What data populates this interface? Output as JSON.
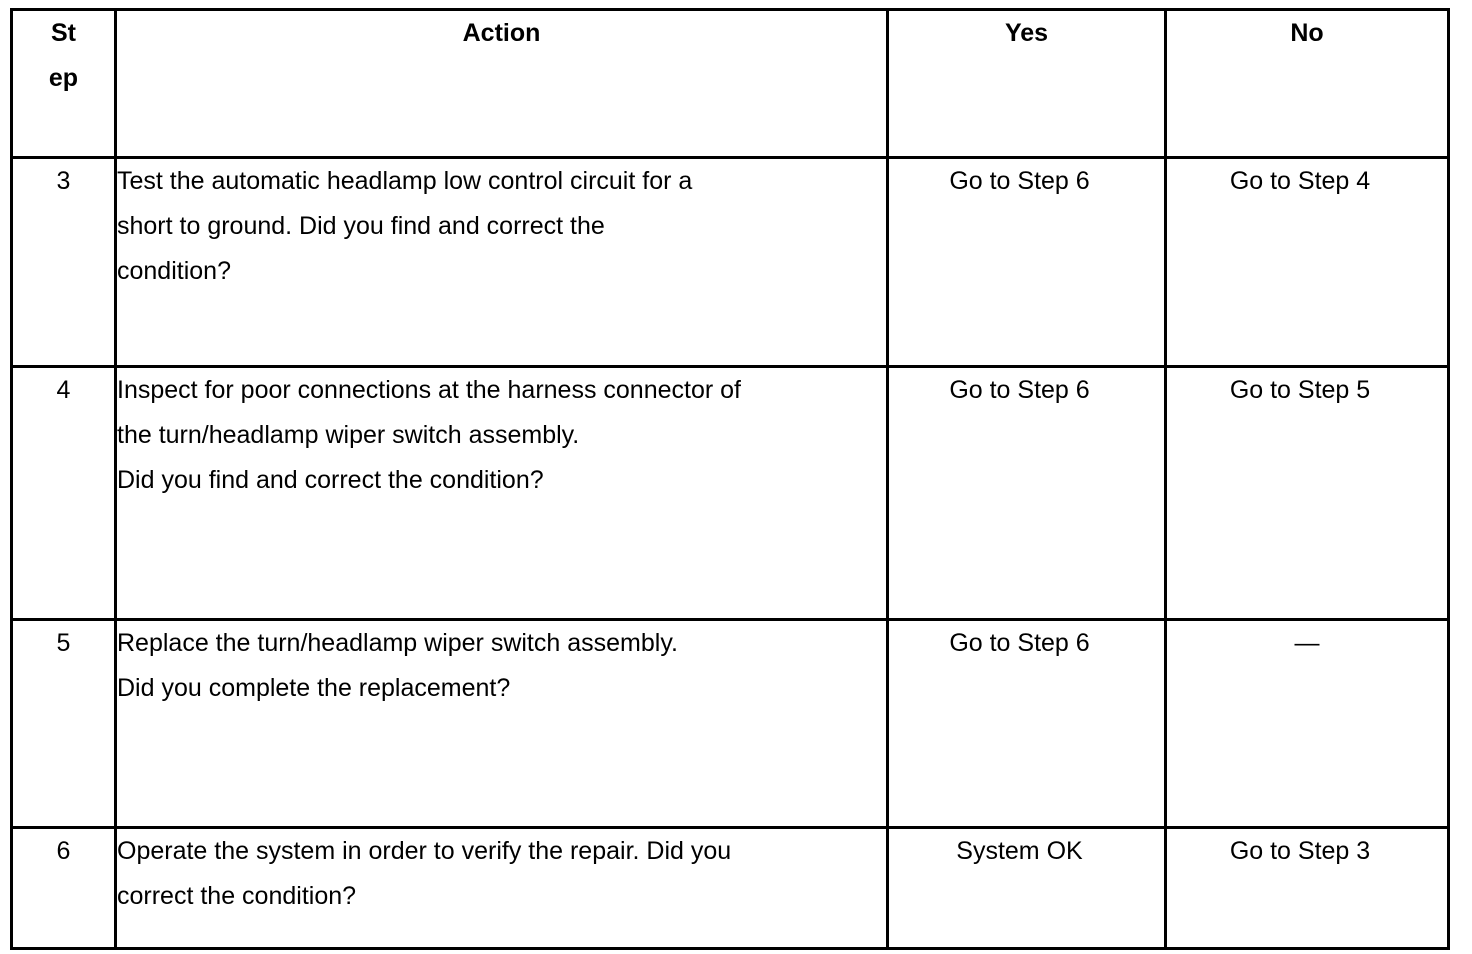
{
  "header": {
    "step_line1": "St",
    "step_line2": "ep",
    "action": "Action",
    "yes": "Yes",
    "no": "No"
  },
  "rows": [
    {
      "step": "3",
      "action_lines": [
        "Test the automatic headlamp low control circuit for a",
        "short to ground. Did you find and correct the",
        "condition?"
      ],
      "yes": "Go to Step 6",
      "no": "Go to Step 4"
    },
    {
      "step": "4",
      "action_lines": [
        "Inspect for poor connections at the harness connector of",
        "the turn/headlamp wiper switch assembly.",
        "Did you find and correct the condition?"
      ],
      "yes": "Go to Step 6",
      "no": "Go to Step 5"
    },
    {
      "step": "5",
      "action_lines": [
        "Replace the turn/headlamp wiper switch assembly.",
        "Did you complete the replacement?"
      ],
      "yes": "Go to Step 6",
      "no": "—"
    },
    {
      "step": "6",
      "action_lines": [
        "Operate the system in order to verify the repair. Did you",
        "correct the condition?"
      ],
      "yes": "System OK",
      "no": "Go to Step 3"
    }
  ]
}
